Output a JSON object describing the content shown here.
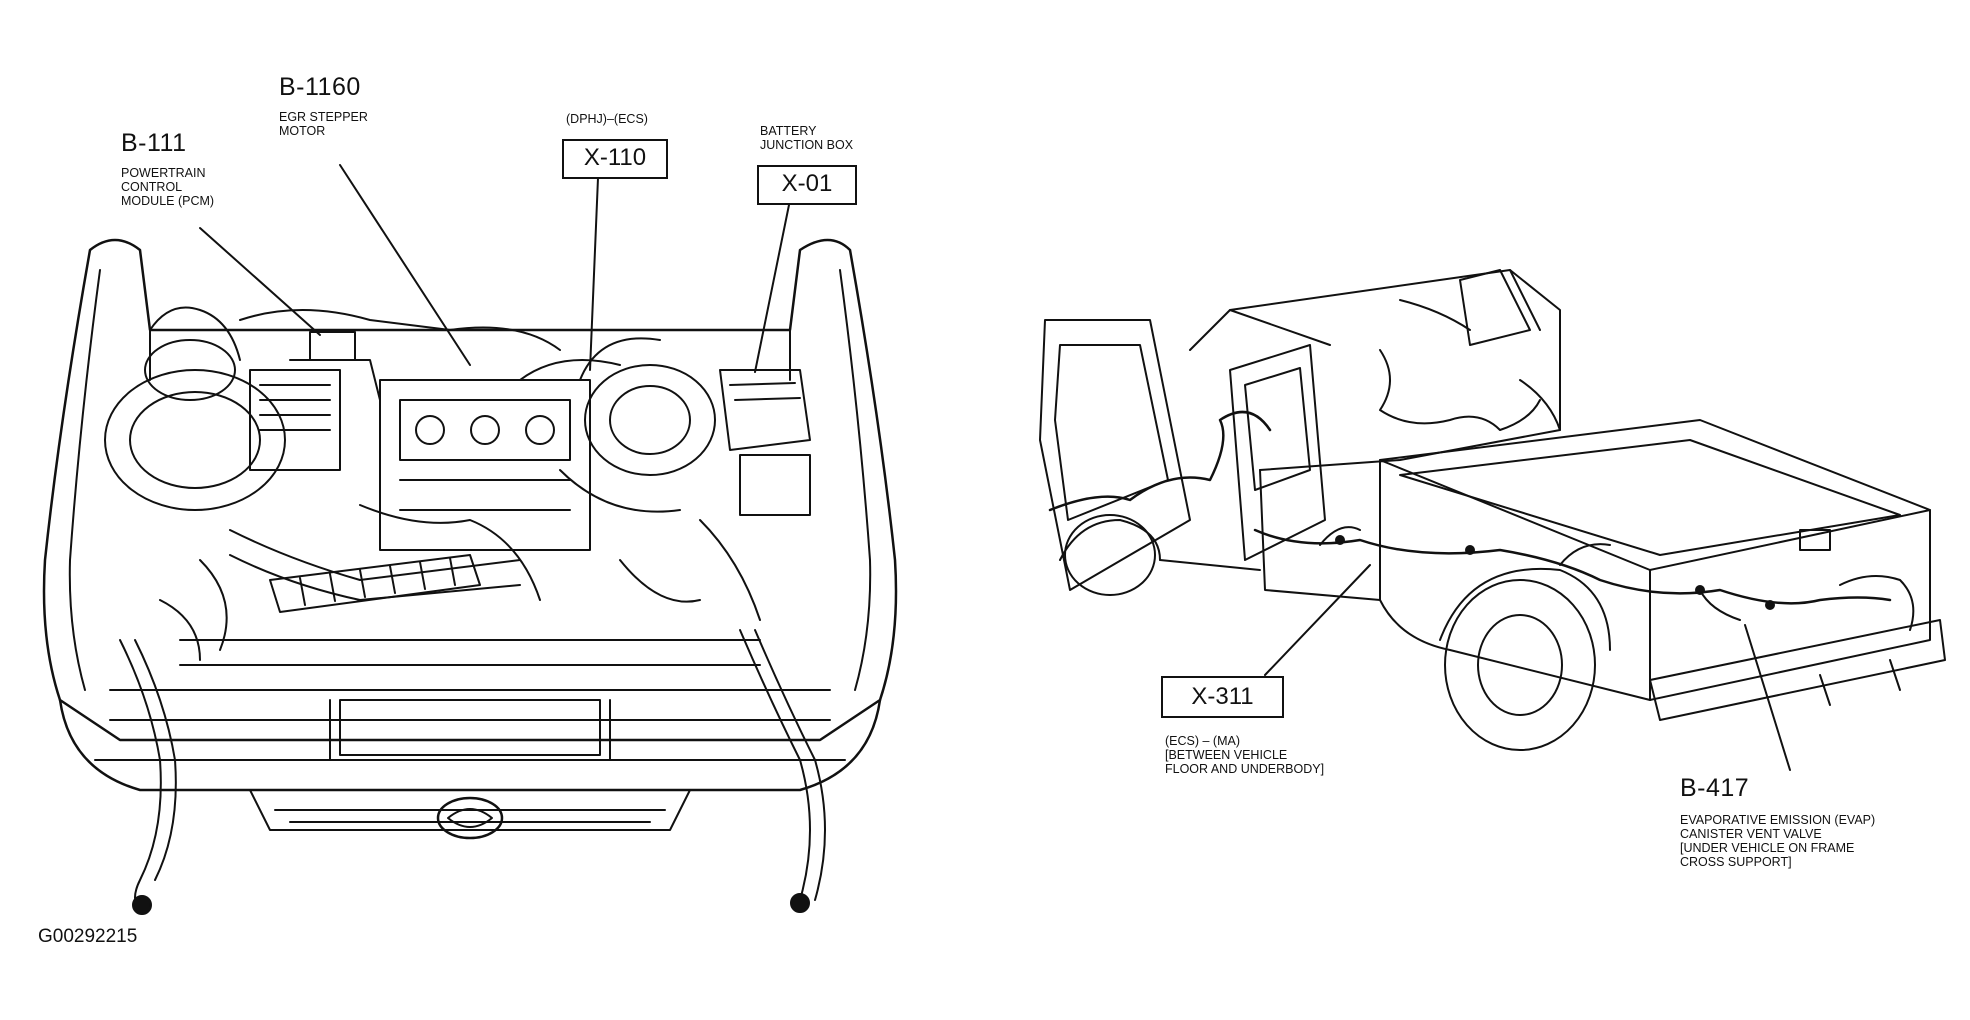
{
  "figure_id": "G00292215",
  "callouts": {
    "b111": {
      "code": "B-111",
      "description": [
        "POWERTRAIN",
        "CONTROL",
        "MODULE (PCM)"
      ]
    },
    "b1160": {
      "code": "B-1160",
      "description": [
        "EGR STEPPER",
        "MOTOR"
      ]
    },
    "x110": {
      "code": "X-110",
      "note": "(DPHJ)–(ECS)"
    },
    "x01": {
      "code": "X-01",
      "note": [
        "BATTERY",
        "JUNCTION BOX"
      ]
    },
    "x311": {
      "code": "X-311",
      "note": [
        "(ECS) – (MA)",
        "[BETWEEN VEHICLE",
        "FLOOR AND UNDERBODY]"
      ]
    },
    "b417": {
      "code": "B-417",
      "description": [
        "EVAPORATIVE EMISSION (EVAP)",
        "CANISTER VENT VALVE",
        "[UNDER VEHICLE ON FRAME",
        "CROSS SUPPORT]"
      ]
    }
  },
  "colors": {
    "ink": "#111111",
    "background": "#ffffff"
  }
}
